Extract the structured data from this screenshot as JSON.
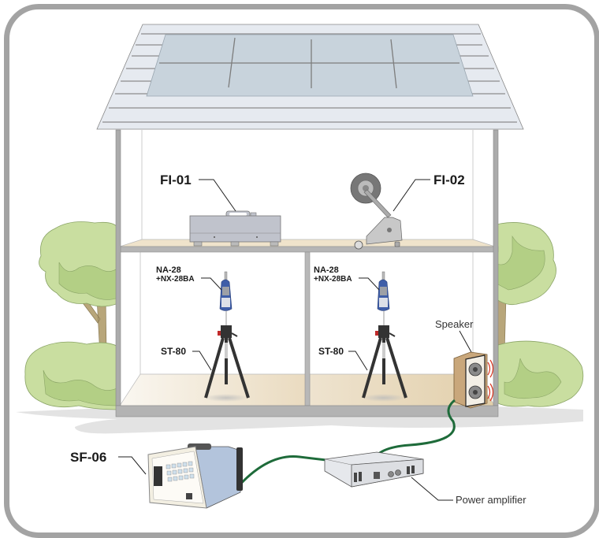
{
  "diagram": {
    "labels": {
      "fi01": "FI-01",
      "fi02": "FI-02",
      "na28_left_line1": "NA-28",
      "na28_left_line2": "+NX-28BA",
      "na28_right_line1": "NA-28",
      "na28_right_line2": "+NX-28BA",
      "st80_left": "ST-80",
      "st80_right": "ST-80",
      "speaker": "Speaker",
      "sf06": "SF-06",
      "power_amplifier": "Power amplifier"
    },
    "colors": {
      "frame": "#a3a3a3",
      "roof": "#e6eaf0",
      "solar_panel": "#c8d3dc",
      "wall": "#a8a8a8",
      "foliage": "#c9dea0",
      "foliage_dark": "#b3cf85",
      "trunk": "#b8a67a",
      "floor": "#efe6d6",
      "cable": "#1e6b3a",
      "meter_blue": "#3f5ea8",
      "speaker_box": "#c9a77b",
      "sound_wave": "#d8331f",
      "sf06_body": "#b3c4dc"
    }
  }
}
